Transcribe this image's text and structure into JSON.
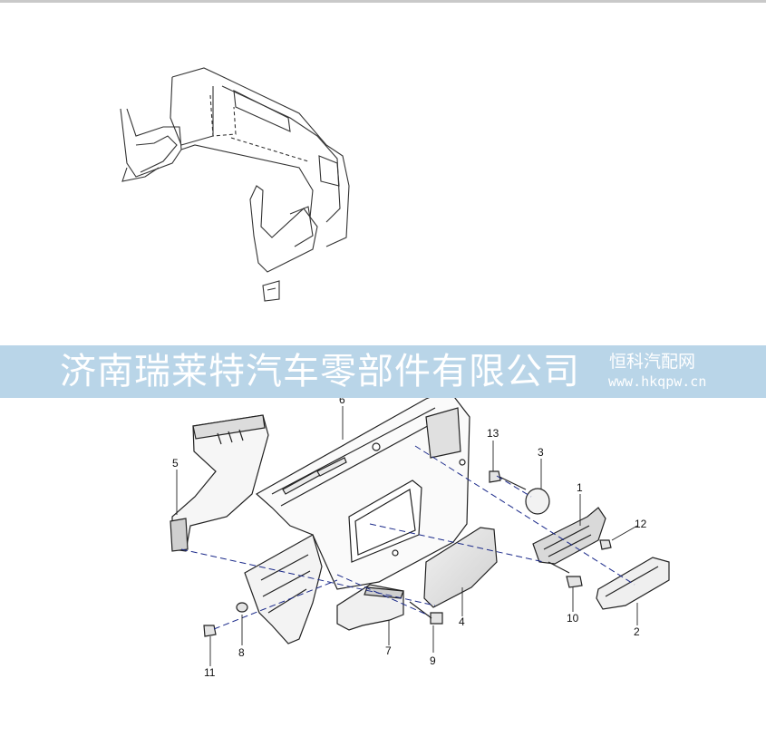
{
  "banner": {
    "company": "济南瑞莱特汽车零部件有限公司",
    "brand": "恒科汽配网",
    "url": "www.hkqpw.cn",
    "background": "#b9d5e8",
    "text_color": "#ffffff"
  },
  "callouts": [
    "1",
    "2",
    "3",
    "4",
    "5",
    "6",
    "7",
    "8",
    "9",
    "10",
    "11",
    "12",
    "13"
  ],
  "colors": {
    "line": "#222222",
    "leader": "#1b2a8a"
  }
}
